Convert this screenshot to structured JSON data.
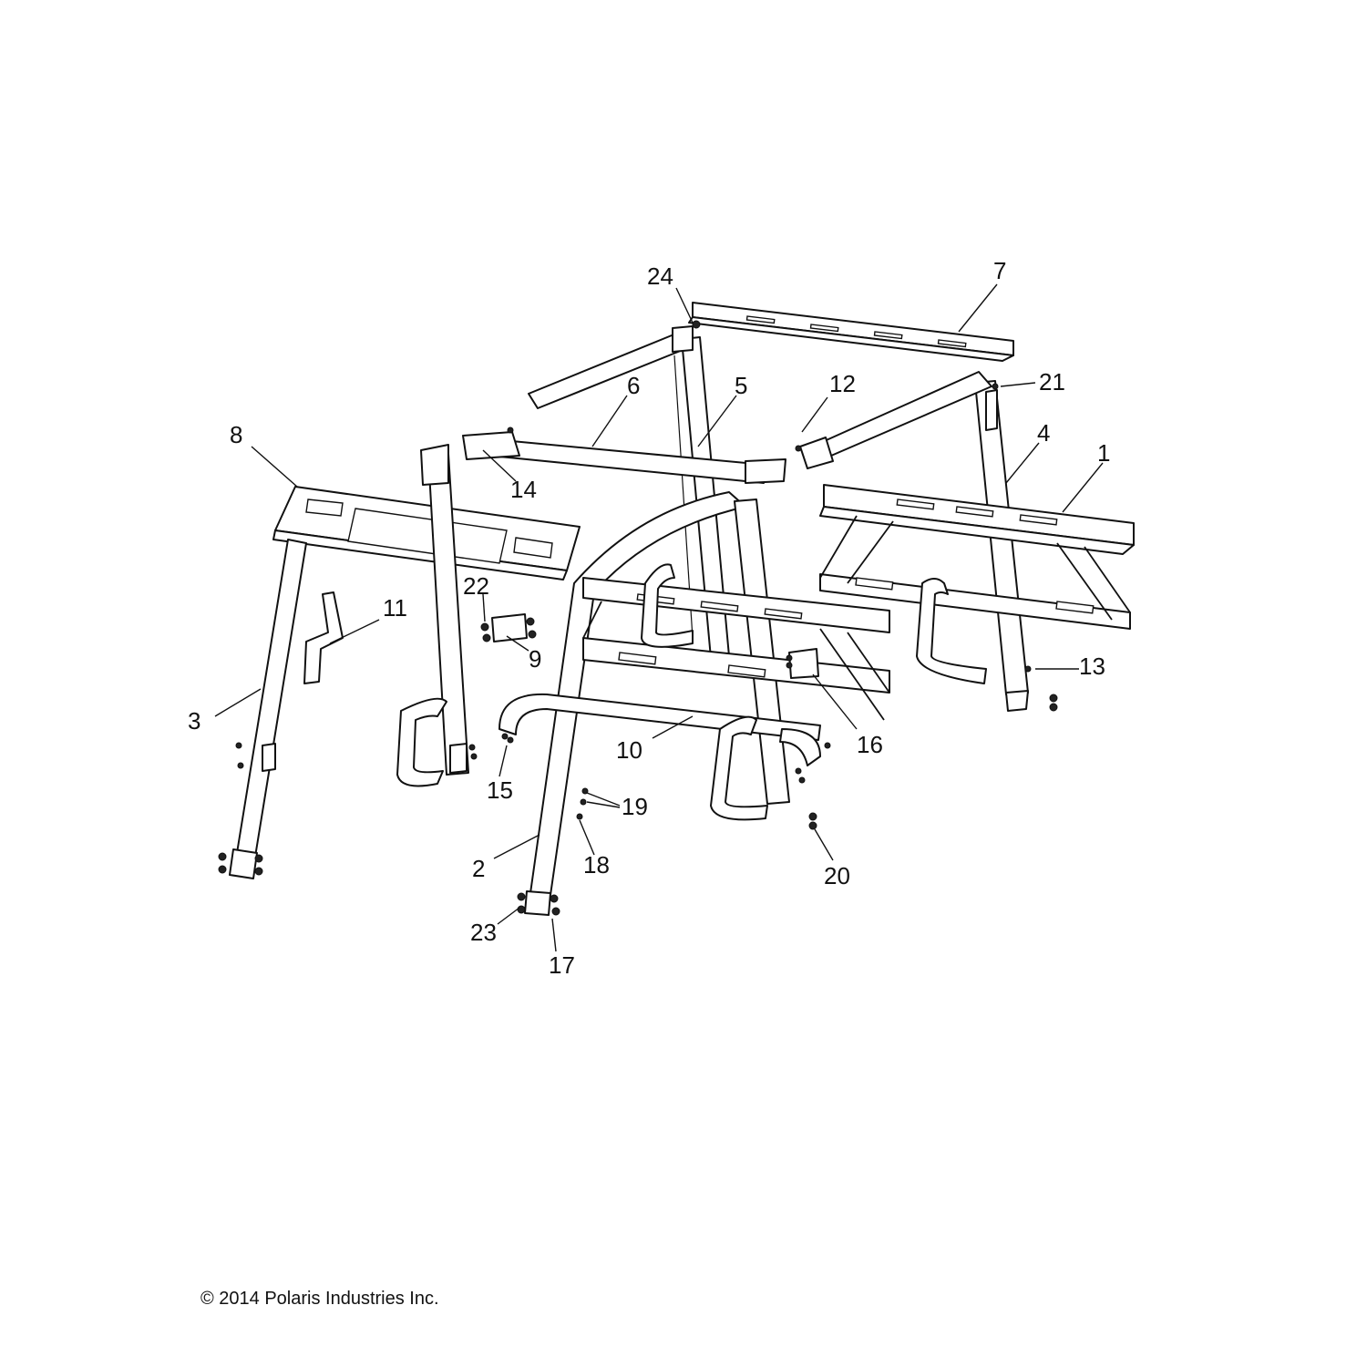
{
  "diagram": {
    "callouts": [
      "1",
      "2",
      "3",
      "4",
      "5",
      "6",
      "7",
      "8",
      "9",
      "10",
      "11",
      "12",
      "13",
      "14",
      "15",
      "16",
      "17",
      "18",
      "19",
      "20",
      "21",
      "22",
      "23",
      "24"
    ]
  },
  "footer": {
    "copyright": "© 2014 Polaris Industries Inc."
  }
}
